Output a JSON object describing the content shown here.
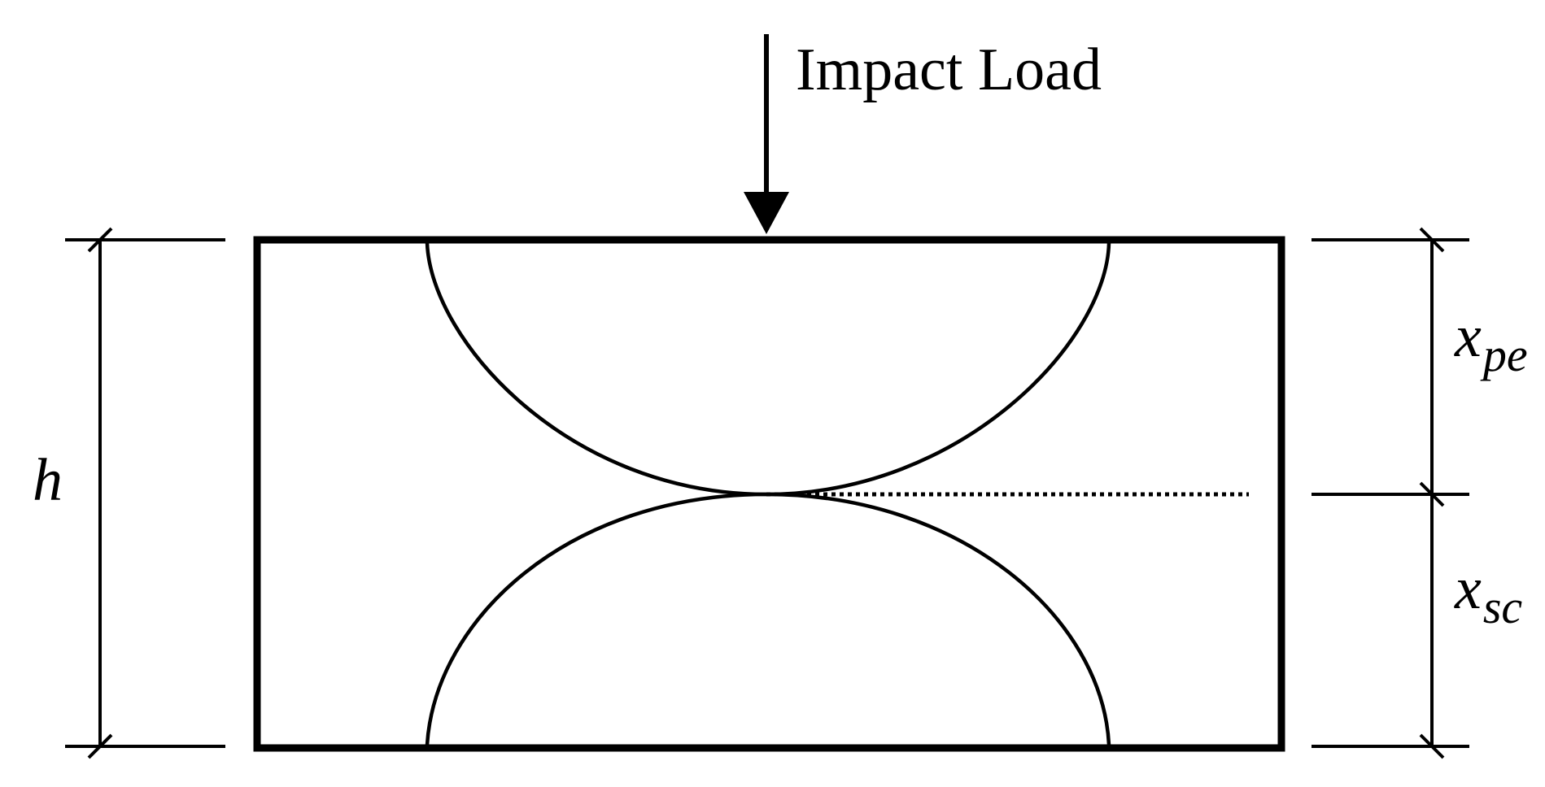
{
  "load_label": "Impact Load",
  "height_label": "h",
  "upper_zone_label": {
    "main": "x",
    "sub": "pe"
  },
  "lower_zone_label": {
    "main": "x",
    "sub": "sc"
  },
  "colors": {
    "line": "#000000",
    "background": "#ffffff"
  }
}
